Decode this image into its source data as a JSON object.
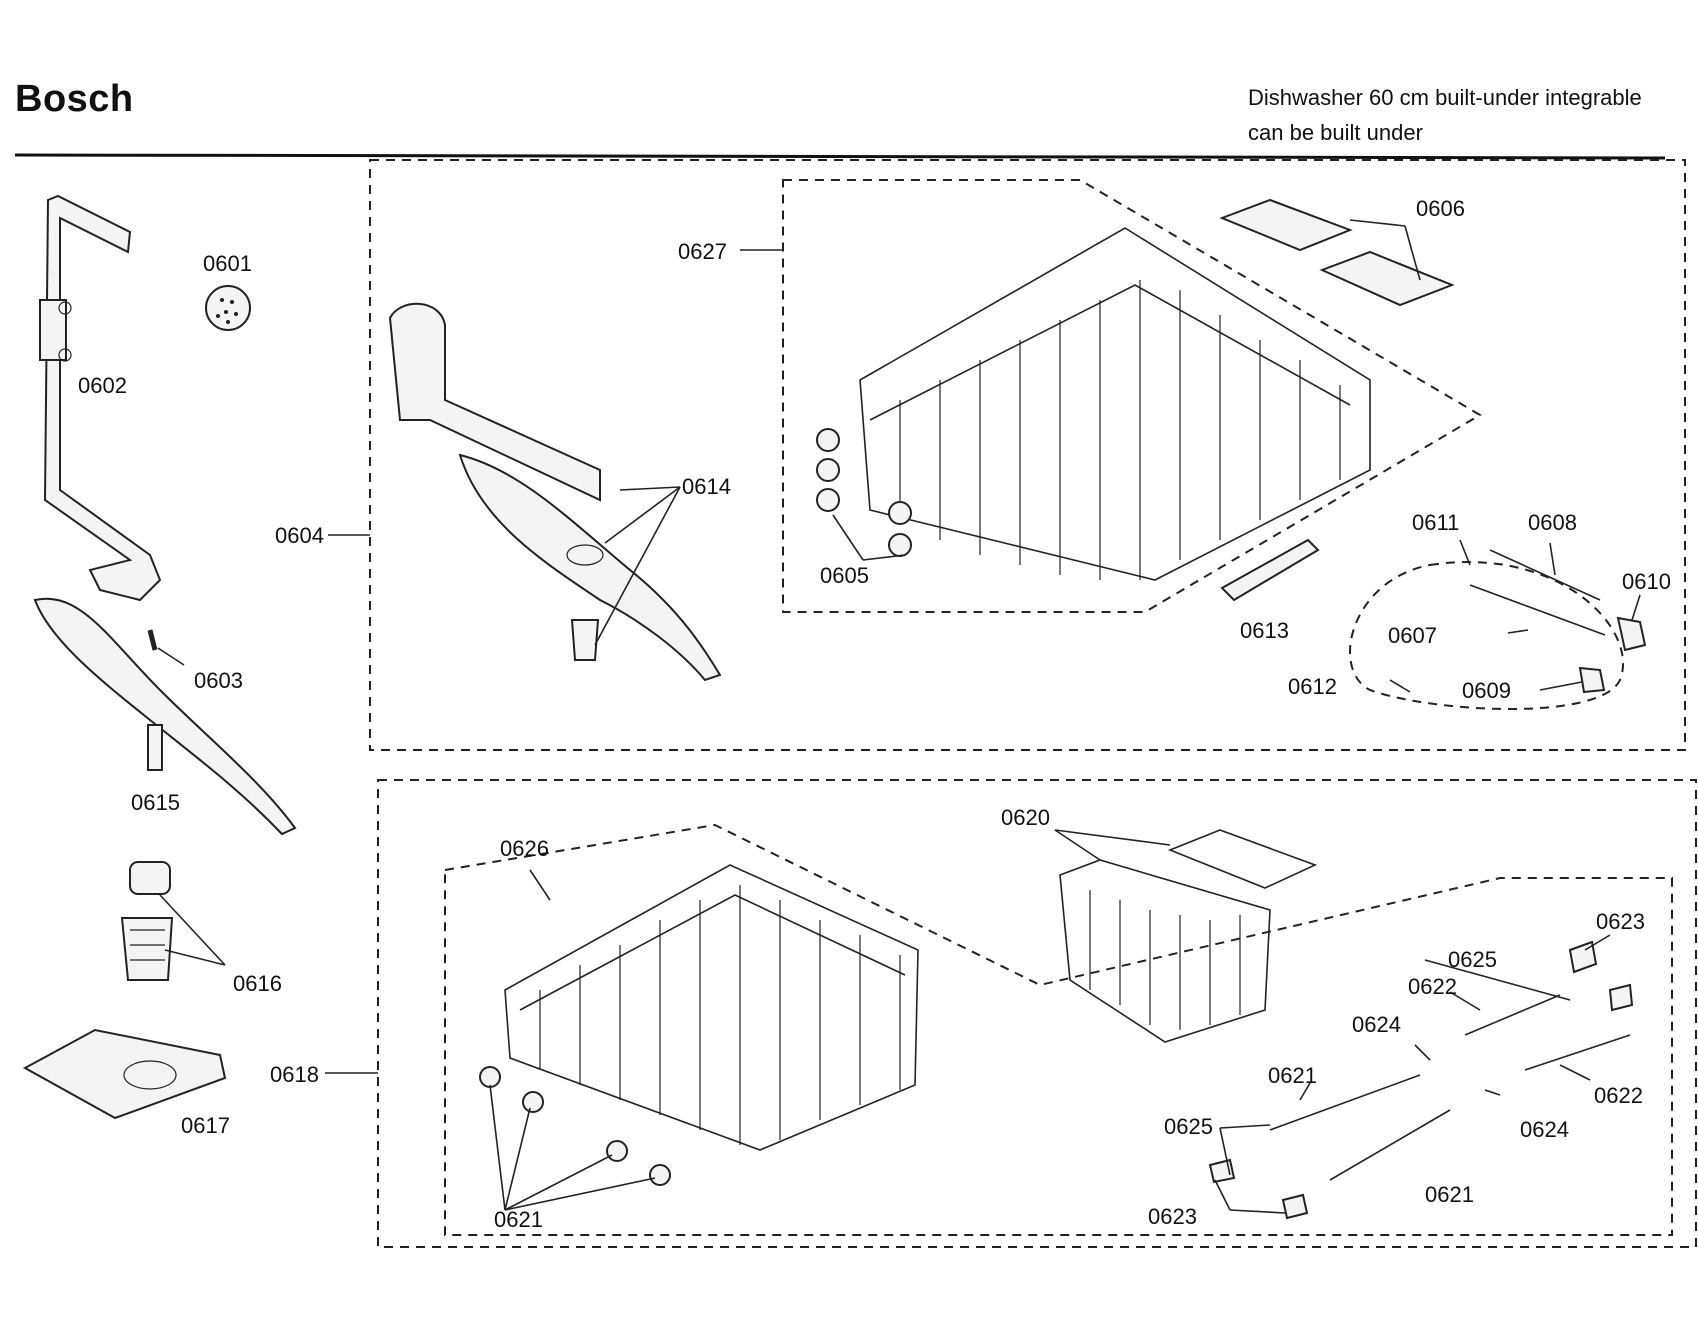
{
  "header": {
    "brand": "Bosch",
    "title_line1": "Dishwasher 60 cm built-under integrable",
    "title_line2": "can be built under"
  },
  "parts": {
    "p0601": "0601",
    "p0602": "0602",
    "p0603": "0603",
    "p0604": "0604",
    "p0605": "0605",
    "p0606": "0606",
    "p0607": "0607",
    "p0608": "0608",
    "p0609": "0609",
    "p0610": "0610",
    "p0611": "0611",
    "p0612": "0612",
    "p0613": "0613",
    "p0614": "0614",
    "p0615": "0615",
    "p0616": "0616",
    "p0617": "0617",
    "p0618": "0618",
    "p0620": "0620",
    "p0621": "0621",
    "p0622": "0622",
    "p0623": "0623",
    "p0624": "0624",
    "p0625": "0625",
    "p0626": "0626",
    "p0627": "0627"
  }
}
